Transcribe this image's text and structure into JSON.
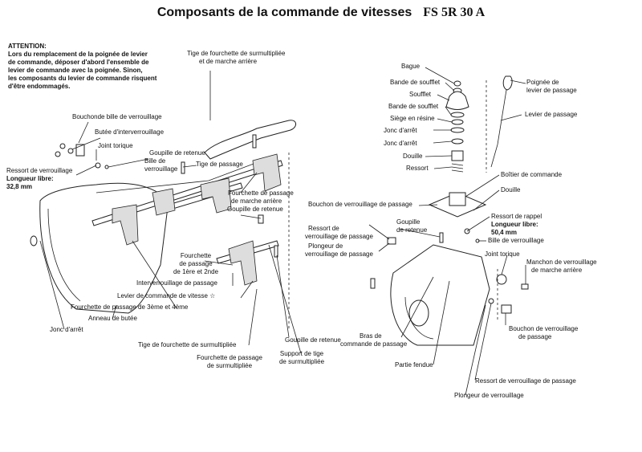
{
  "title": "Composants de la commande de vitesses",
  "model": "FS 5R 30 A",
  "attention": {
    "heading": "ATTENTION:",
    "lines": [
      "Lors du remplacement de la poignée de levier",
      "de commande, déposer d'abord l'ensemble de",
      "levier de commande avec la poignée. Sinon,",
      "les composants du levier de commande risquent",
      "d'être endommagés."
    ]
  },
  "left_labels": {
    "tige_surmultipliee_1": "Tige de fourchette de surmultipliée",
    "tige_surmultipliee_2": "et de marche arrière",
    "bouchon_bille": "Bouchonde bille de verrouillage",
    "butee_interverrouillage": "Butée d'interverrouillage",
    "joint_torique": "Joint torique",
    "goupille_retenue_1": "Goupille de retenue",
    "bille_verrouillage_1": "Bille de",
    "bille_verrouillage_2": "verrouillage",
    "ressort_verrouillage": "Ressort de verrouillage",
    "longueur_libre": "Longueur libre:",
    "longueur_libre_val": "32,8 mm",
    "tige_passage": "Tige de passage",
    "fourchette_marche_arriere_1": "Fourchette de passage",
    "fourchette_marche_arriere_2": "de marche arrière",
    "goupille_retenue_2": "Goupille de retenue",
    "fourchette_1ere_1": "Fourchette",
    "fourchette_1ere_2": "de passage",
    "fourchette_1ere_3": "de 1ère et 2nde",
    "interverrouillage": "Interverrouillage de passage",
    "levier_commande": "Levier de commande de vitesse ☆",
    "fourchette_3eme": "Fourchette de passage de 3ème et 4ème",
    "anneau_butee": "Anneau de butée",
    "jonc_arret": "Jonc d'arrêt",
    "tige_fourchette_surmultipliee": "Tige de fourchette de surmultipliée",
    "fourchette_surmultipliee_1": "Fourchette de passage",
    "fourchette_surmultipliee_2": "de surmultipliée",
    "goupille_retenue_3": "Goupille de retenue",
    "support_tige_1": "Support de tige",
    "support_tige_2": "de surmultipliée",
    "bras_commande_1": "Bras de",
    "bras_commande_2": "commande de passage"
  },
  "right_labels": {
    "bague": "Bague",
    "bande_soufflet_1": "Bande de soufflet",
    "soufflet": "Soufflet",
    "bande_soufflet_2": "Bande de soufflet",
    "siege_resine": "Siège en résine",
    "jonc_arret_1": "Jonc d'arrêt",
    "jonc_arret_2": "Jonc d'arrêt",
    "douille_1": "Douille",
    "ressort": "Ressort",
    "poignee_1": "Poignée de",
    "poignee_2": "levier de passage",
    "levier_passage": "Levier de passage",
    "boitier_commande": "Boîtier de commande",
    "douille_2": "Douille",
    "bouchon_verrouillage_passage": "Bouchon de verrouillage de passage",
    "ressort_rappel": "Ressort de rappel",
    "longueur_libre": "Longueur libre:",
    "longueur_libre_val": "50,4 mm",
    "bille_verrouillage": "Bille de verrouillage",
    "ressort_verrouillage_passage_1": "Ressort de",
    "ressort_verrouillage_passage_2": "verrouillage de passage",
    "goupille_retenue_1": "Goupille",
    "goupille_retenue_2": "de retenue",
    "plongeur_1": "Plongeur de",
    "plongeur_2": "verrouillage de passage",
    "joint_torique": "Joint torique",
    "manchon_1": "Manchon de verrouillage",
    "manchon_2": "de marche arrière",
    "bouchon_verrouillage_1": "Bouchon de verrouillage",
    "bouchon_verrouillage_2": "de passage",
    "partie_fendue": "Partie fendue",
    "ressort_verrouillage_passage_3": "Ressort de verrouillage de passage",
    "plongeur_verrouillage": "Plongeur de verrouillage"
  }
}
